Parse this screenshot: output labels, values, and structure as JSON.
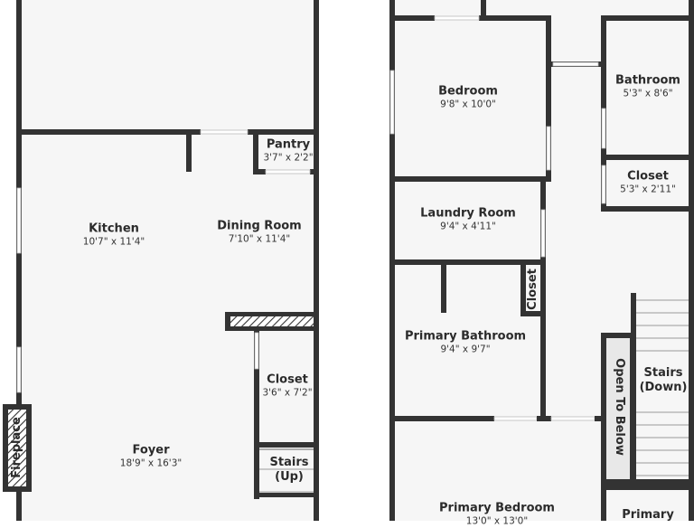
{
  "rooms": {
    "kitchen": {
      "name": "Kitchen",
      "dims": "10'7\" x 11'4\""
    },
    "dining": {
      "name": "Dining Room",
      "dims": "7'10\" x 11'4\""
    },
    "pantry": {
      "name": "Pantry",
      "dims": "3'7\" x 2'2\""
    },
    "closet_main": {
      "name": "Closet",
      "dims": "3'6\" x 7'2\""
    },
    "foyer": {
      "name": "Foyer",
      "dims": "18'9\" x 16'3\""
    },
    "stairs_up": {
      "name": "Stairs",
      "sub": "(Up)"
    },
    "fireplace": {
      "name": "Fireplace"
    },
    "bedroom": {
      "name": "Bedroom",
      "dims": "9'8\" x 10'0\""
    },
    "bathroom": {
      "name": "Bathroom",
      "dims": "5'3\" x 8'6\""
    },
    "closet_bath": {
      "name": "Closet",
      "dims": "5'3\" x 2'11\""
    },
    "laundry": {
      "name": "Laundry Room",
      "dims": "9'4\" x 4'11\""
    },
    "closet_small": {
      "name": "Closet"
    },
    "primary_bath": {
      "name": "Primary Bathroom",
      "dims": "9'4\" x 9'7\""
    },
    "open_below": {
      "name": "Open To Below"
    },
    "stairs_down": {
      "name": "Stairs",
      "sub": "(Down)"
    },
    "primary_bed": {
      "name": "Primary Bedroom",
      "dims": "13'0\" x 13'0\""
    },
    "primary_partial": {
      "name": "Primary"
    }
  },
  "colors": {
    "wall": "#333333",
    "floor": "#f6f6f6",
    "window": "#ffffff"
  }
}
